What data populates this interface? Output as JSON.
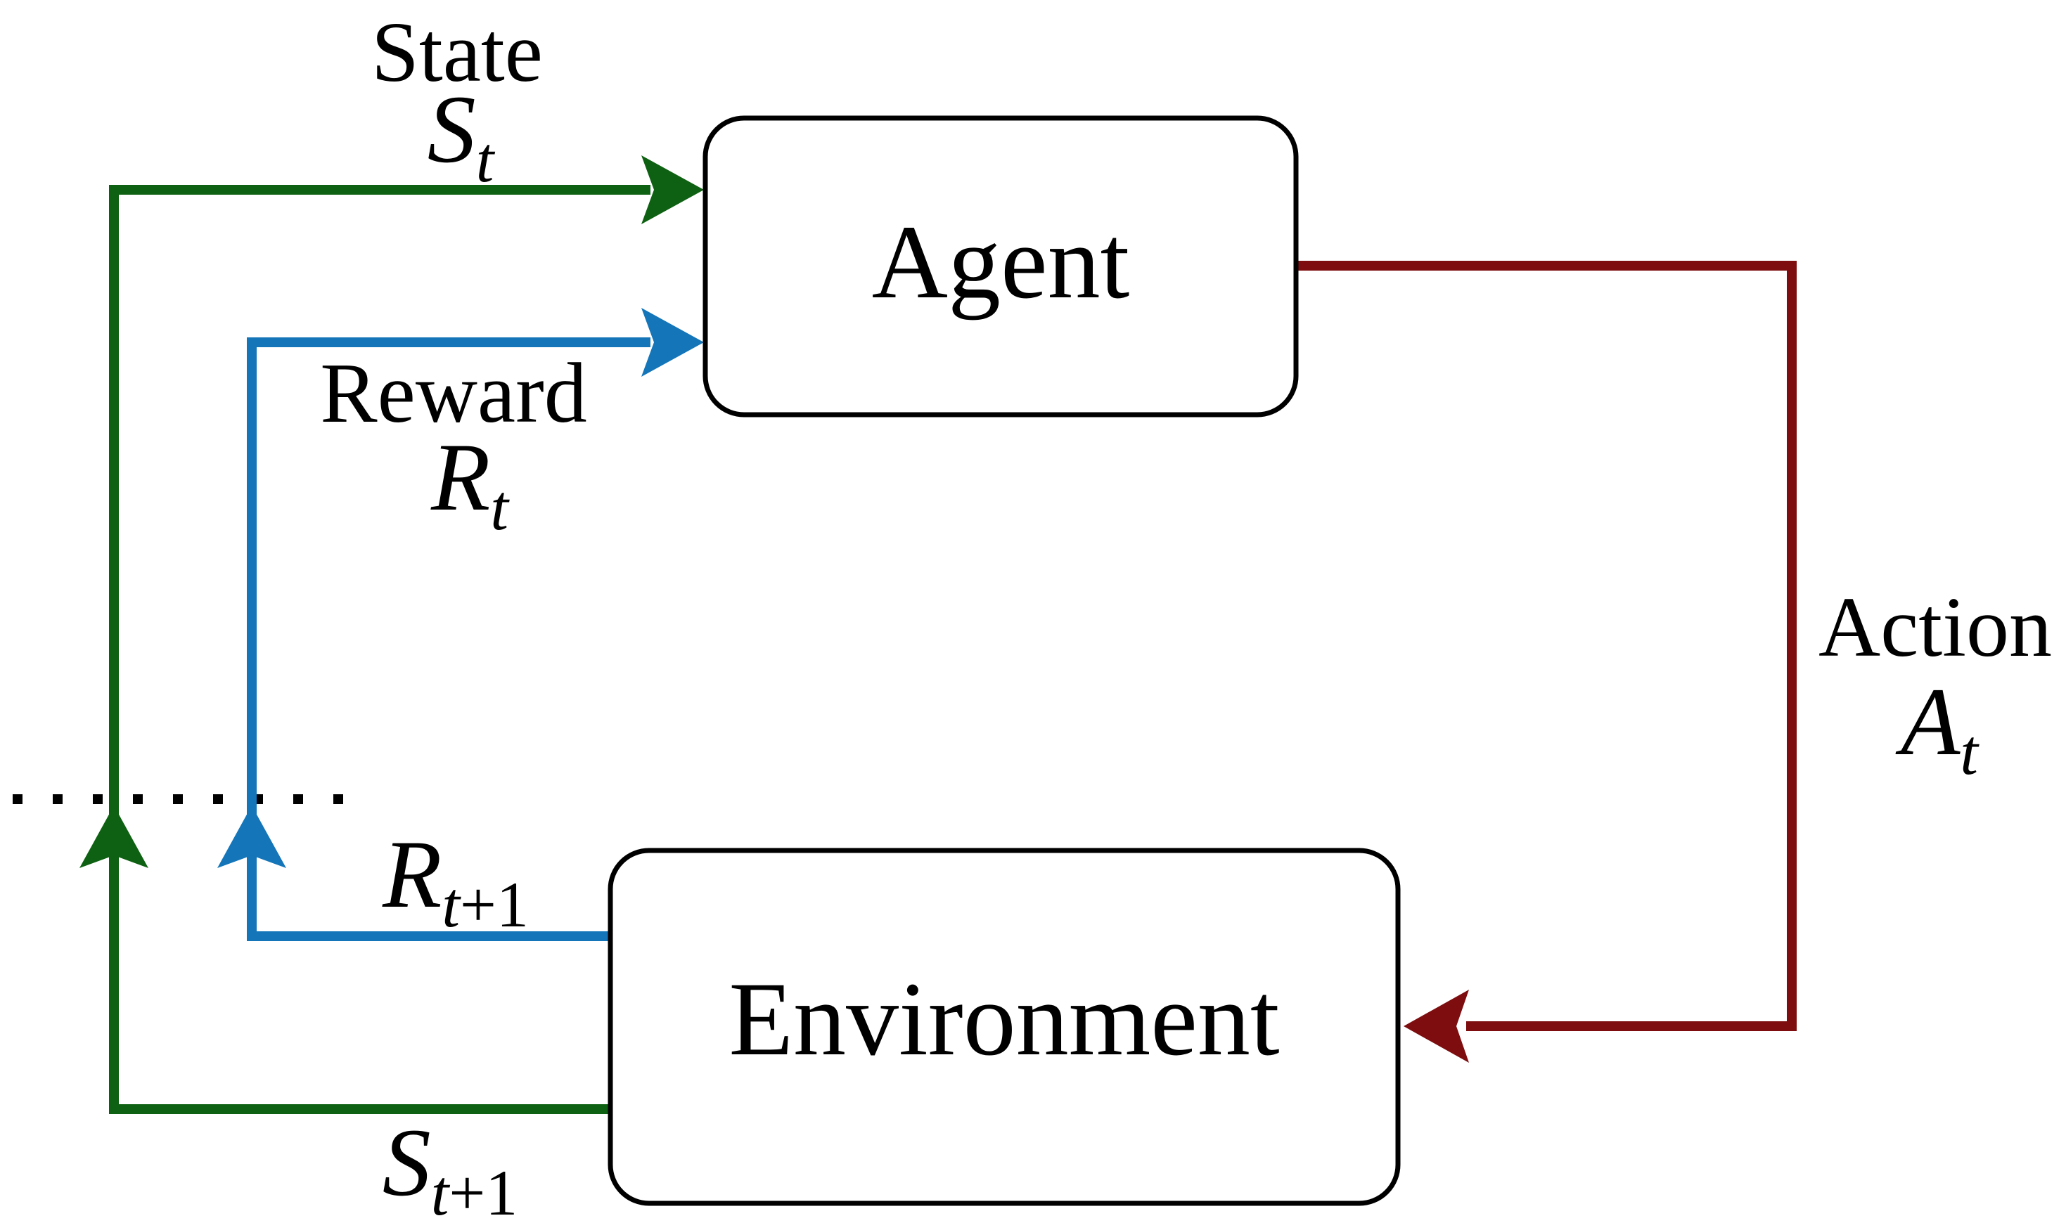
{
  "diagram": {
    "title": "agent-environment-interaction-loop",
    "nodes": {
      "agent": {
        "label": "Agent"
      },
      "environment": {
        "label": "Environment"
      }
    },
    "edges": {
      "state": {
        "name_label": "State",
        "symbol": "S",
        "sub_italic": "t",
        "sub_plain": ""
      },
      "reward": {
        "name_label": "Reward",
        "symbol": "R",
        "sub_italic": "t",
        "sub_plain": ""
      },
      "action": {
        "name_label": "Action",
        "symbol": "A",
        "sub_italic": "t",
        "sub_plain": ""
      },
      "next_reward": {
        "symbol": "R",
        "sub_italic": "t",
        "sub_plain": "+1"
      },
      "next_state": {
        "symbol": "S",
        "sub_italic": "t",
        "sub_plain": "+1"
      }
    },
    "colors": {
      "state_green": "#0e6112",
      "reward_blue": "#1475b8",
      "action_red": "#7d0d0e",
      "box_border": "#000000",
      "timestep_divider": "#000000",
      "text": "#000000",
      "background": "#ffffff"
    }
  }
}
